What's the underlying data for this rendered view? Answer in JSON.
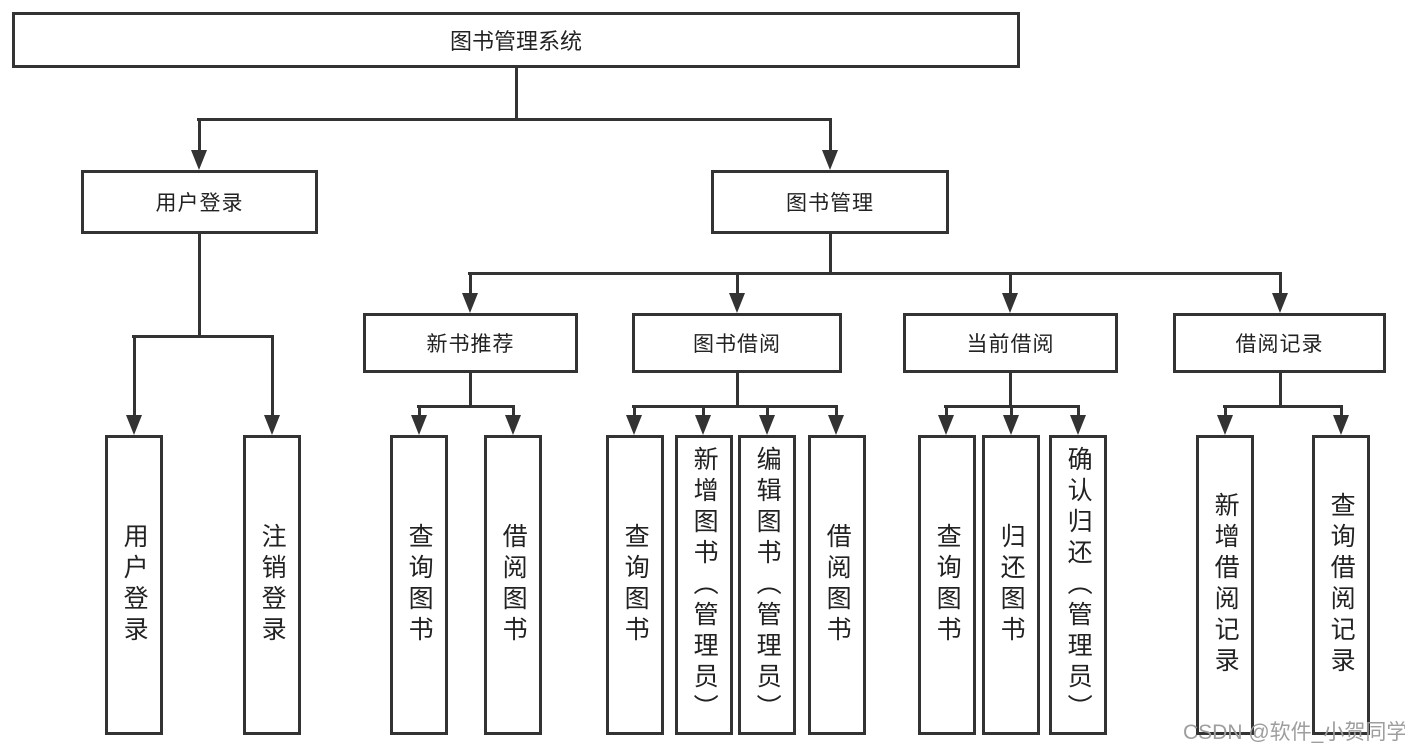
{
  "root": {
    "label": "图书管理系统"
  },
  "user_login": {
    "label": "用户登录",
    "leaves": [
      "用户登录",
      "注销登录"
    ]
  },
  "book_mgmt": {
    "label": "图书管理",
    "groups": [
      {
        "label": "新书推荐",
        "leaves": [
          "查询图书",
          "借阅图书"
        ]
      },
      {
        "label": "图书借阅",
        "leaves": [
          "查询图书",
          "新增图书（管理员）",
          "编辑图书（管理员）",
          "借阅图书"
        ]
      },
      {
        "label": "当前借阅",
        "leaves": [
          "查询图书",
          "归还图书",
          "确认归还（管理员）"
        ]
      },
      {
        "label": "借阅记录",
        "leaves": [
          "新增借阅记录",
          "查询借阅记录"
        ]
      }
    ]
  },
  "watermark": "CSDN @软件_小贺同学",
  "colors": {
    "line": "#333333",
    "text": "#222222",
    "watermark": "#9e9e9e",
    "background": "#ffffff"
  }
}
